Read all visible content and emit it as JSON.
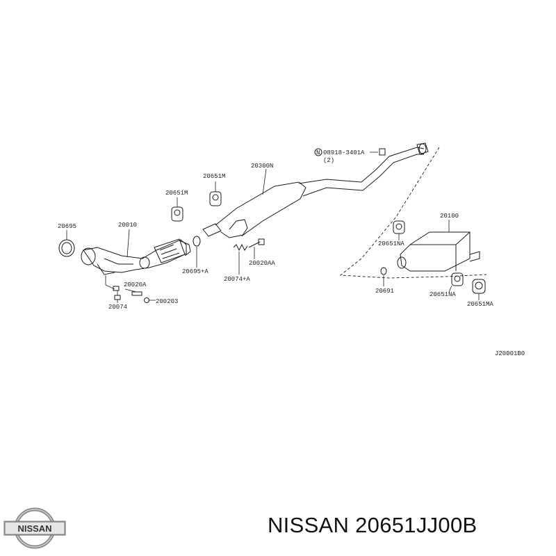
{
  "diagram": {
    "labels": {
      "p20695": "20695",
      "p20010": "20010",
      "p20651M_a": "20651M",
      "p20651M_b": "20651M",
      "p20300N": "20300N",
      "p08918": "08918-3401A",
      "p08918_qty": "(2)",
      "p08918_prefix": "N",
      "p20695A": "20695+A",
      "p20074A": "20074+A",
      "p20020AA": "20020AA",
      "p20020A": "20020A",
      "p20074": "20074",
      "p200203": "200203",
      "p20100": "20100",
      "p20651NA_a": "20651NA",
      "p20651NA_b": "20651NA",
      "p20651MA": "20651MA",
      "p20691": "20691",
      "ref": "J20001B0"
    }
  },
  "brand": {
    "logo_text": "NISSAN",
    "part_title": "NISSAN 20651JJ00B"
  }
}
